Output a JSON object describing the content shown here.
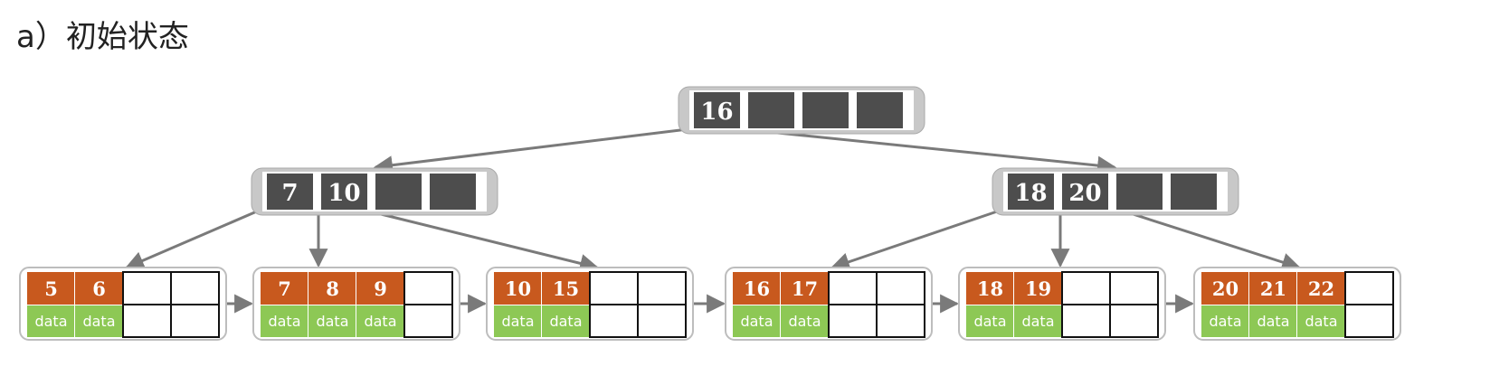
{
  "caption": "a）初始状态",
  "colors": {
    "internal_key": "#4d4d4d",
    "internal_frame": "#c8c8c8",
    "leaf_key": "#c8591e",
    "leaf_data": "#8dc855",
    "edge": "#7a7a7a",
    "leaf_border": "#bdbdbd"
  },
  "tree": {
    "root": {
      "keys": [
        "16"
      ],
      "slots": 4
    },
    "internal": [
      {
        "keys": [
          "7",
          "10"
        ],
        "slots": 4
      },
      {
        "keys": [
          "18",
          "20"
        ],
        "slots": 4
      }
    ],
    "leaves": [
      {
        "keys": [
          "5",
          "6"
        ],
        "data": [
          "data",
          "data"
        ],
        "slots": 4
      },
      {
        "keys": [
          "7",
          "8",
          "9"
        ],
        "data": [
          "data",
          "data",
          "data"
        ],
        "slots": 4
      },
      {
        "keys": [
          "10",
          "15"
        ],
        "data": [
          "data",
          "data"
        ],
        "slots": 4
      },
      {
        "keys": [
          "16",
          "17"
        ],
        "data": [
          "data",
          "data"
        ],
        "slots": 4
      },
      {
        "keys": [
          "18",
          "19"
        ],
        "data": [
          "data",
          "data"
        ],
        "slots": 4
      },
      {
        "keys": [
          "20",
          "21",
          "22"
        ],
        "data": [
          "data",
          "data",
          "data"
        ],
        "slots": 4
      }
    ]
  }
}
